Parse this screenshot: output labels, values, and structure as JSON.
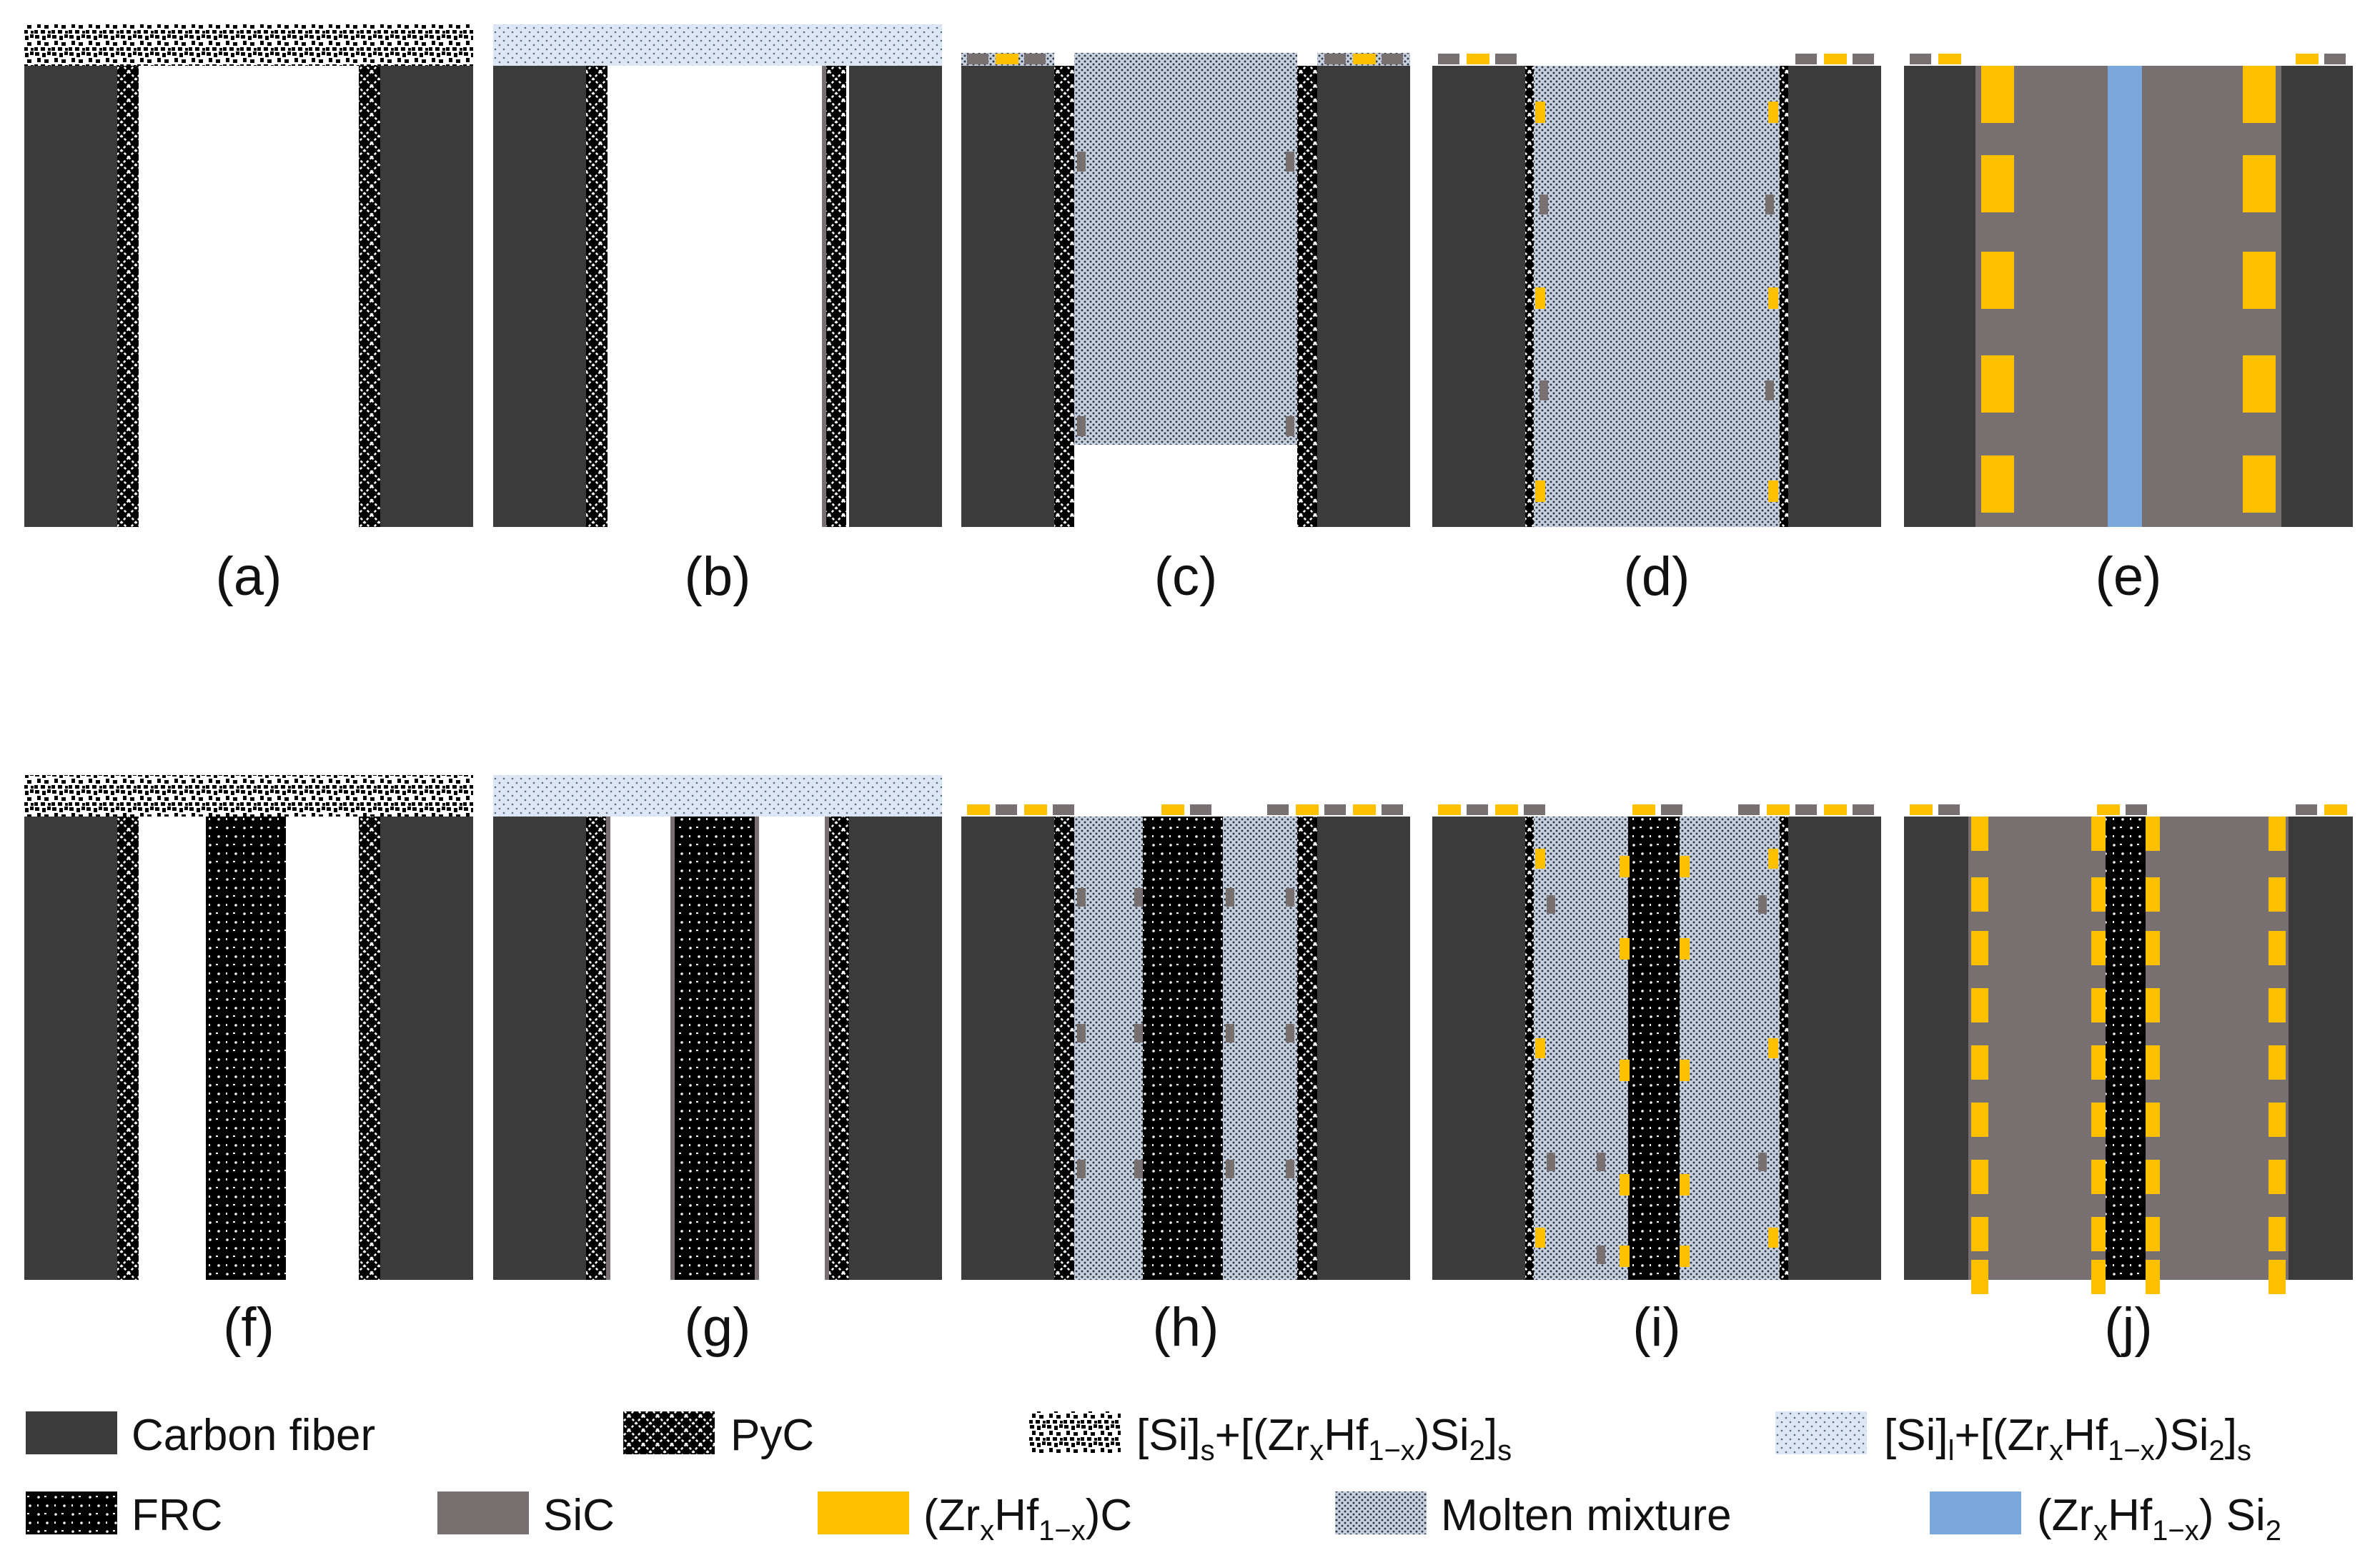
{
  "panels": [
    {
      "id": "a",
      "caption": "(a)"
    },
    {
      "id": "b",
      "caption": "(b)"
    },
    {
      "id": "c",
      "caption": "(c)"
    },
    {
      "id": "d",
      "caption": "(d)"
    },
    {
      "id": "e",
      "caption": "(e)"
    },
    {
      "id": "f",
      "caption": "(f)"
    },
    {
      "id": "g",
      "caption": "(g)"
    },
    {
      "id": "h",
      "caption": "(h)"
    },
    {
      "id": "i",
      "caption": "(i)"
    },
    {
      "id": "j",
      "caption": "(j)"
    }
  ],
  "legend": {
    "carbon_fiber": "Carbon fiber",
    "pyc": "PyC",
    "frc": "FRC",
    "sic": "SiC",
    "molten": "Molten mixture",
    "solid_mix": {
      "a": "[Si]",
      "sub1": "s",
      "b": "+[(Zr",
      "sub2": "x",
      "c": "Hf",
      "sub3": "1−x",
      "d": ")Si",
      "sub4": "2",
      "e": "]",
      "sub5": "s"
    },
    "liquid_mix": {
      "a": "[Si]",
      "sub1": "l",
      "b": "+[(Zr",
      "sub2": "x",
      "c": "Hf",
      "sub3": "1−x",
      "d": ")Si",
      "sub4": "2",
      "e": "]",
      "sub5": "s"
    },
    "zrhf_c": {
      "a": "(Zr",
      "sub1": "x",
      "b": "Hf",
      "sub2": "1−x",
      "c": ")C"
    },
    "zrhf_si2": {
      "a": "(Zr",
      "sub1": "x",
      "b": "Hf",
      "sub2": "1−x",
      "c": ") Si",
      "sub3": "2"
    }
  },
  "colors": {
    "carbon_fiber": "#3b3b3b",
    "sic": "#787070",
    "zrhf_c": "#ffc000",
    "zrhf_si2": "#7aa7dc",
    "liquid_bg": "#dce6f4",
    "molten_bg": "#c8d1dd"
  }
}
